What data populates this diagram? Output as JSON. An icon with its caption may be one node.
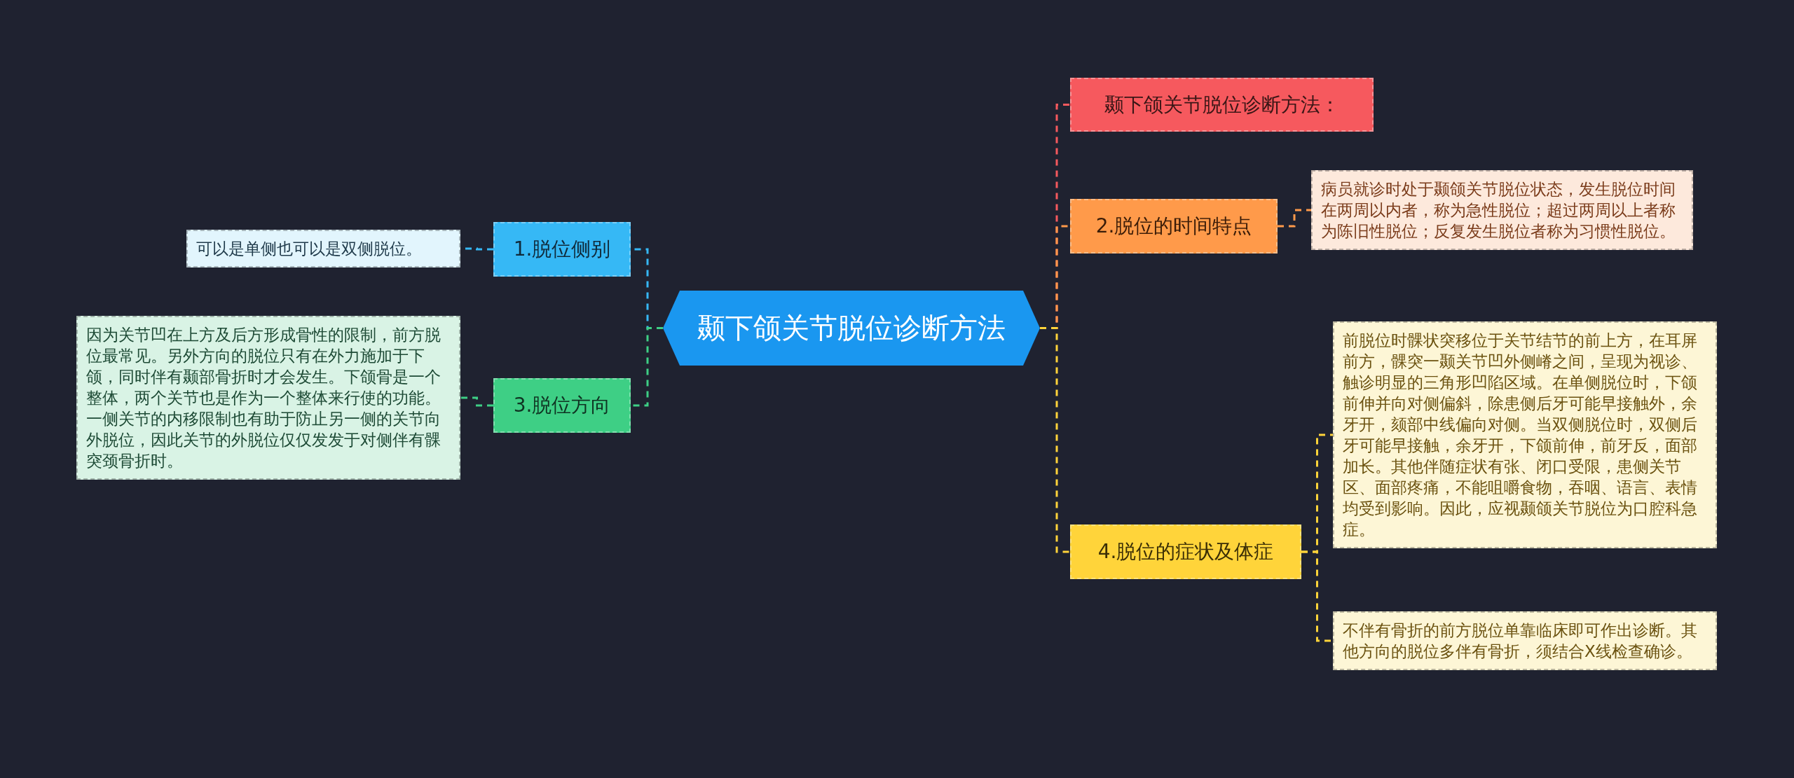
{
  "diagram": {
    "nodes": [
      {
        "text": [
          "颞下颌关节脱位诊断方法"
        ]
      },
      {
        "text": [
          "颞下颌关节脱位诊断方法："
        ]
      },
      {
        "text": [
          "1.脱位侧别"
        ]
      },
      {
        "text": [
          "可以是单侧也可以是双侧脱位。"
        ]
      },
      {
        "text": [
          "2.脱位的时间特点"
        ]
      },
      {
        "text": [
          "病员就诊时处于颞颌关节脱位状态，发生脱位时间在两周以内者，称为急性脱位；超过两周以上者称为陈旧性脱位；反复发生脱位者称为习惯性脱位。"
        ]
      },
      {
        "text": [
          "3.脱位方向"
        ]
      },
      {
        "text": [
          "因为关节凹在上方及后方形成骨性的限制，前方脱位最常见。另外方向的脱位只有在外力施加于下颌，同时伴有颞部骨折时才会发生。下颌骨是一个整体，两个关节也是作为一个整体来行使的功能。一侧关节的内移限制也有助于防止另一侧的关节向外脱位，因此关节的外脱位仅仅发发于对侧伴有髁突颈骨折时。"
        ]
      },
      {
        "text": [
          "4.脱位的症状及体症"
        ]
      },
      {
        "text": [
          "前脱位时髁状突移位于关节结节的前上方，在耳屏前方，髁突一颞关节凹外侧嵴之间，呈现为视诊、触诊明显的三角形凹陷区域。在单侧脱位时，下颌前伸并向对侧偏斜，除患侧后牙可能早接触外，余牙开，颏部中线偏向对侧。当双侧脱位时，双侧后牙可能早接触，余牙开，下颌前伸，前牙反，面部加长。其他伴随症状有张、闭口受限，患侧关节区、面部疼痛，不能咀嚼食物，吞咽、语言、表情均受到影响。因此，应视颞颌关节脱位为口腔科急症。"
        ]
      },
      {
        "text": [
          "不伴有骨折的前方脱位单靠临床即可作出诊断。其他方向的脱位多伴有骨折，须结合X线检查确诊。"
        ]
      }
    ],
    "edges": [
      {
        "from": 0,
        "to": 1,
        "arrow": "none",
        "color": "#f6595e"
      },
      {
        "from": 0,
        "to": 2,
        "arrow": "none",
        "color": "#36b8f5"
      },
      {
        "from": 2,
        "to": 3,
        "arrow": "none",
        "color": "#36b8f5"
      },
      {
        "from": 0,
        "to": 4,
        "arrow": "none",
        "color": "#ff9a4a"
      },
      {
        "from": 4,
        "to": 5,
        "arrow": "none",
        "color": "#ff9a4a"
      },
      {
        "from": 0,
        "to": 6,
        "arrow": "none",
        "color": "#3ecf85"
      },
      {
        "from": 6,
        "to": 7,
        "arrow": "none",
        "color": "#3ecf85"
      },
      {
        "from": 0,
        "to": 8,
        "arrow": "none",
        "color": "#ffd43a"
      },
      {
        "from": 8,
        "to": 9,
        "arrow": "none",
        "color": "#ffd43a"
      },
      {
        "from": 8,
        "to": 10,
        "arrow": "none",
        "color": "#ffd43a"
      }
    ]
  }
}
